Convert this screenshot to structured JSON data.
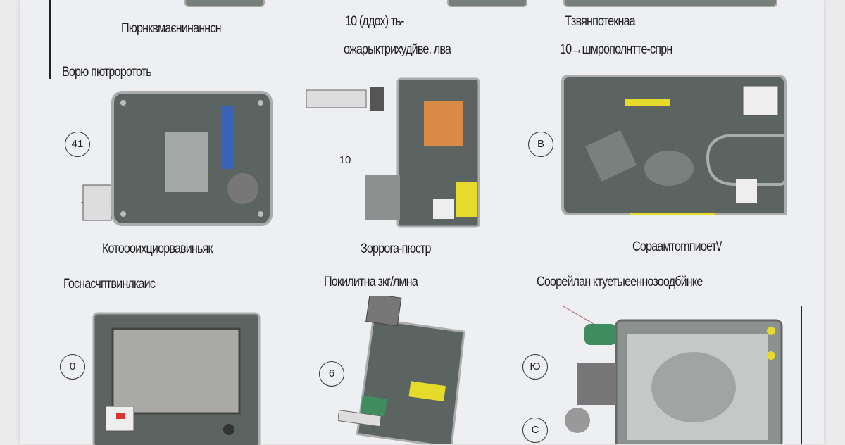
{
  "sheet": {
    "row1_labels": [
      "Пюрнквмаєнинаннсн",
      "10 (ддох) ть-",
      "Тзвянпотекнаа",
      "ожарыктрихудйве. лва",
      "10→шмрополнтте-спрн",
      "Ворю пютрорототь"
    ],
    "row2_labels": [
      "Котоооихциорвавиньяк",
      "Зорроrа-пюстр",
      "Сораамтоmпиоет\\/",
      "Госнасчптвинлкаис",
      "Покилитна зкг/лмна",
      "Соорейлан ктуетыееннозоодбйнке"
    ],
    "callouts": [
      "41",
      "10",
      "В",
      "0",
      "6",
      "Ю",
      "С"
    ]
  },
  "colors": {
    "board": "#5c6461",
    "board_edge": "#a9adab",
    "accent_yellow": "#e6da2a",
    "accent_orange": "#d98a45",
    "accent_blue": "#3a63b8",
    "accent_green": "#3f8d5e"
  }
}
